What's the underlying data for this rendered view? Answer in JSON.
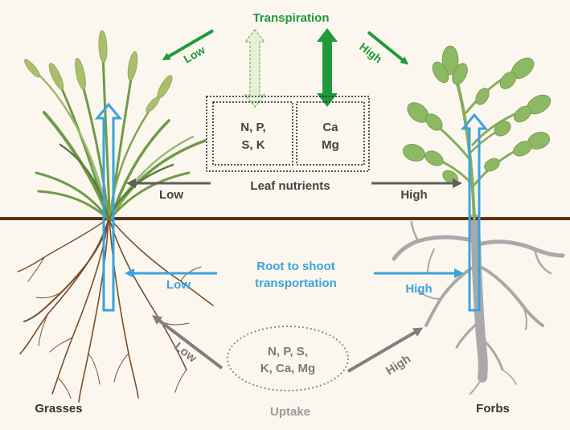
{
  "labels": {
    "transpiration": "Transpiration",
    "transpiration_low": "Low",
    "transpiration_high": "High",
    "leaf_nutrients": "Leaf nutrients",
    "leaf_low": "Low",
    "leaf_high": "High",
    "box_left_line1": "N, P,",
    "box_left_line2": "S, K",
    "box_right_line1": "Ca",
    "box_right_line2": "Mg",
    "root_to_shoot_line1": "Root to shoot",
    "root_to_shoot_line2": "transportation",
    "rts_low": "Low",
    "rts_high": "High",
    "uptake_line1": "N, P, S,",
    "uptake_line2": "K, Ca, Mg",
    "uptake": "Uptake",
    "uptake_low": "Low",
    "uptake_high": "High",
    "grasses": "Grasses",
    "forbs": "Forbs"
  },
  "colors": {
    "background": "#fbf7ee",
    "soil_line": "#5a3416",
    "transpiration_green": "#1f9a3a",
    "light_green": "#9ccf6e",
    "blue": "#3aa3de",
    "gray_arrow": "#5e5e5e",
    "uptake_gray": "#8a8a8a",
    "grass_green": "#6f9b4a",
    "forb_green": "#86ad5c",
    "root_brown": "#7a4e2c",
    "forb_root": "#a9a9a9"
  }
}
